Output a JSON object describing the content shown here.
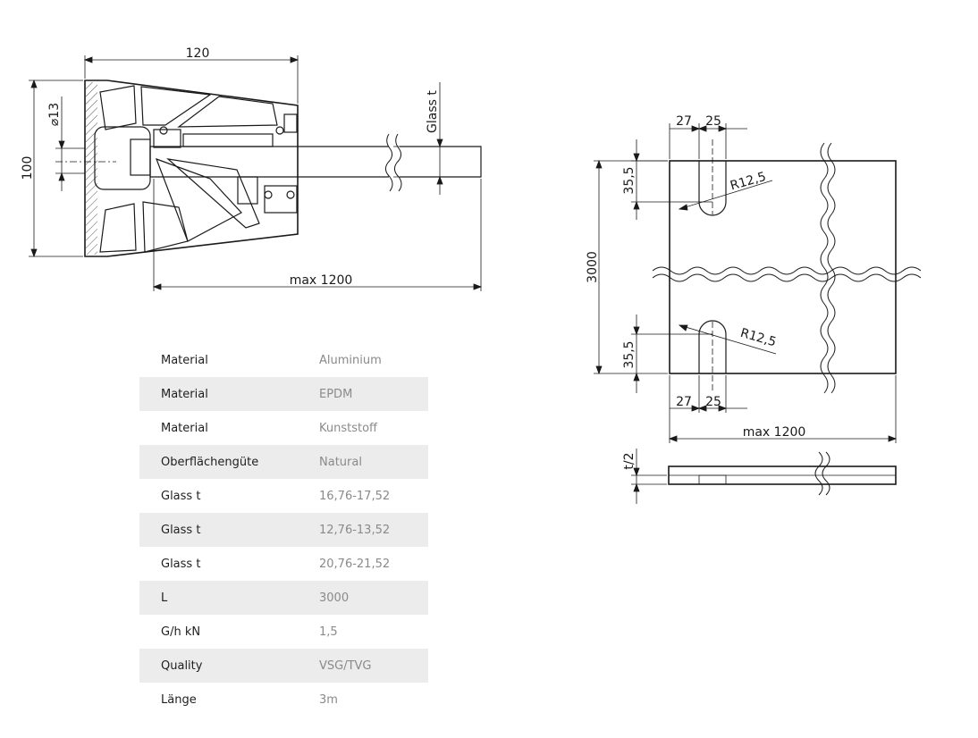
{
  "side_view": {
    "dim_width": "120",
    "dim_height": "100",
    "dim_hole": "⌀13",
    "glass_label": "Glass t",
    "dim_max": "max 1200"
  },
  "front_view": {
    "dim_27_top": "27",
    "dim_25_top": "25",
    "dim_35_top": "35,5",
    "radius_top": "R12,5",
    "dim_length": "3000",
    "dim_35_bottom": "35,5",
    "radius_bottom": "R12,5",
    "dim_27_bottom": "27",
    "dim_25_bottom": "25",
    "dim_max": "max 1200"
  },
  "edge_view": {
    "dim_half_t": "t/2"
  },
  "specs": [
    {
      "label": "Material",
      "value": "Aluminium"
    },
    {
      "label": "Material",
      "value": "EPDM"
    },
    {
      "label": "Material",
      "value": "Kunststoff"
    },
    {
      "label": "Oberflächengüte",
      "value": "Natural"
    },
    {
      "label": "Glass t",
      "value": "16,76-17,52"
    },
    {
      "label": "Glass t",
      "value": "12,76-13,52"
    },
    {
      "label": "Glass t",
      "value": "20,76-21,52"
    },
    {
      "label": "L",
      "value": "3000"
    },
    {
      "label": "G/h kN",
      "value": "1,5"
    },
    {
      "label": "Quality",
      "value": "VSG/TVG"
    },
    {
      "label": "Länge",
      "value": "3m"
    }
  ]
}
